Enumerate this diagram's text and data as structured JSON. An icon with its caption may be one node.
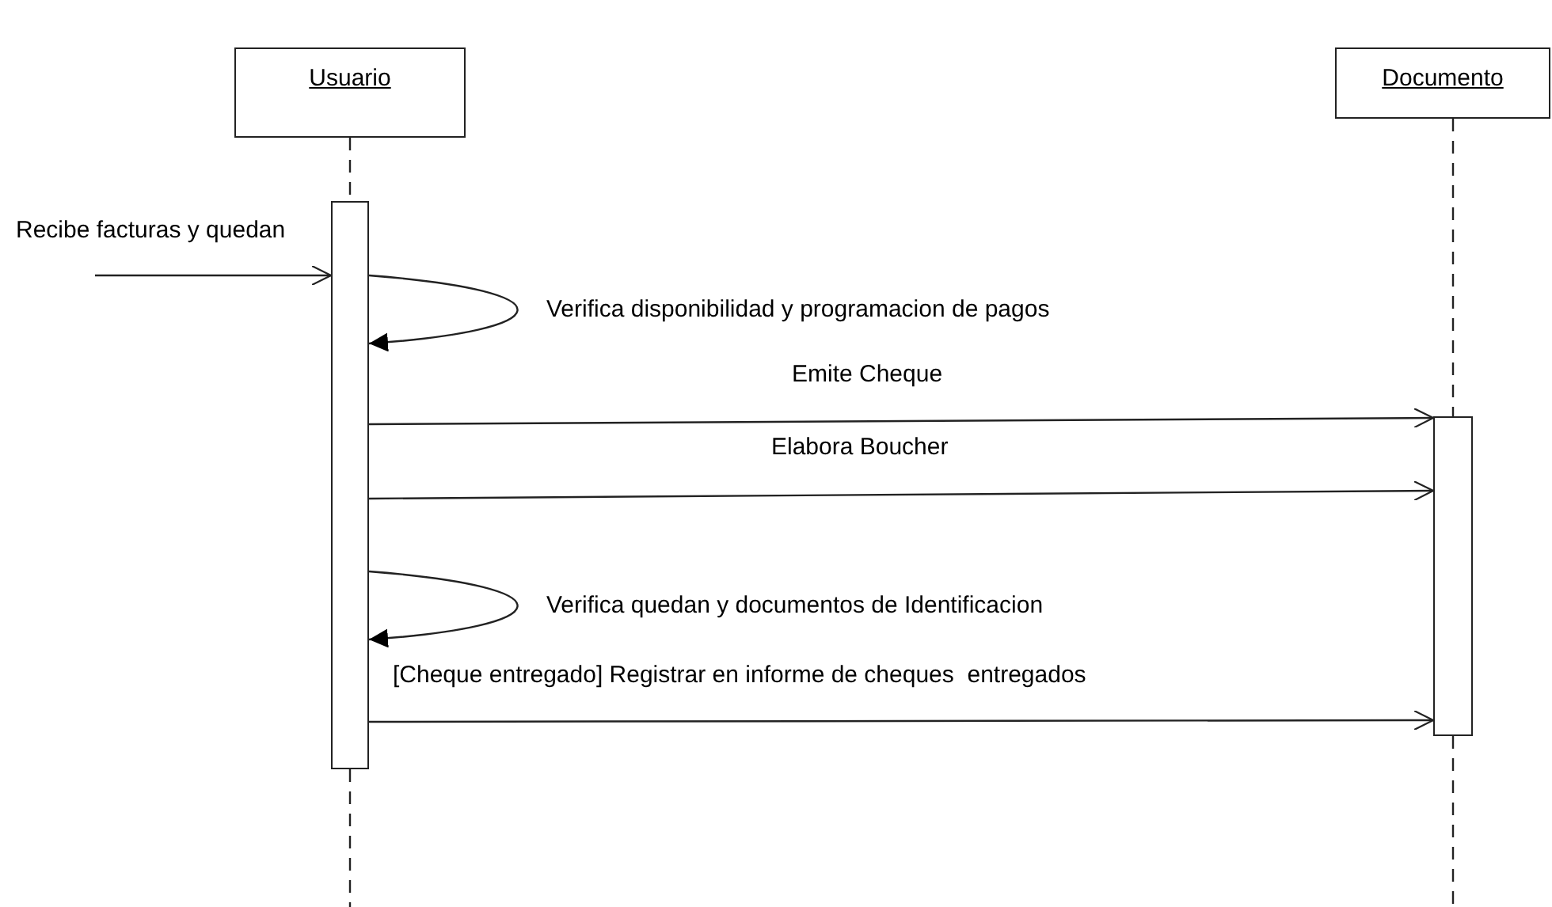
{
  "diagram": {
    "nodes": [
      {
        "text": [
          "Usuario"
        ]
      },
      {
        "text": [
          "Documento"
        ]
      },
      {
        "text": [],
        "shape": "bar"
      },
      {
        "text": [],
        "shape": "bar"
      }
    ],
    "edges": [
      {
        "from": 0,
        "to": 2,
        "arrow": "none",
        "style": "dashed"
      },
      {
        "from": 1,
        "to": 3,
        "arrow": "none",
        "style": "dashed"
      },
      {
        "from": null,
        "to": 2,
        "arrow": "to",
        "label": "Recibe facturas y quedan"
      },
      {
        "from": 2,
        "to": 2,
        "arrow": "to",
        "label": "Verifica disponibilidad y programacion de pagos"
      },
      {
        "from": 2,
        "to": 3,
        "arrow": "to",
        "label": "Emite Cheque"
      },
      {
        "from": 2,
        "to": 3,
        "arrow": "to",
        "label": "Elabora Boucher"
      },
      {
        "from": 2,
        "to": 2,
        "arrow": "to",
        "label": "Verifica quedan y documentos de Identificacion"
      },
      {
        "from": 2,
        "to": 3,
        "arrow": "to",
        "label": "[Cheque entregado] Registrar en informe de cheques  entregados"
      }
    ]
  }
}
